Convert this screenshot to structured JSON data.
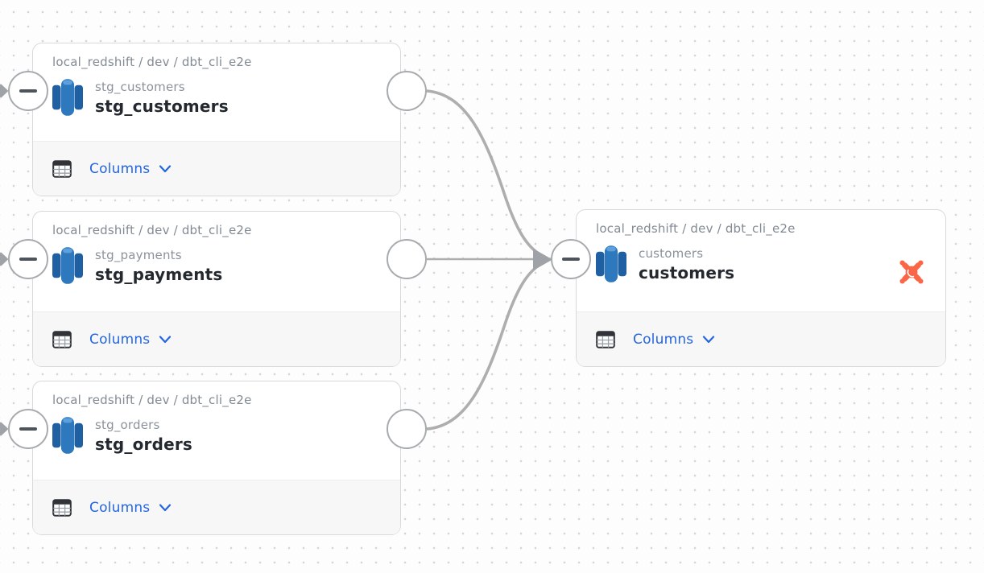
{
  "canvas": {
    "type": "lineage-graph",
    "background_dot_color": "#d3d5d8"
  },
  "nodes": [
    {
      "id": "stg_customers",
      "breadcrumb": "local_redshift / dev / dbt_cli_e2e",
      "subtitle": "stg_customers",
      "title": "stg_customers",
      "columns_label": "Columns",
      "source_icon": "redshift-icon",
      "collapse_control": "minus"
    },
    {
      "id": "stg_payments",
      "breadcrumb": "local_redshift / dev / dbt_cli_e2e",
      "subtitle": "stg_payments",
      "title": "stg_payments",
      "columns_label": "Columns",
      "source_icon": "redshift-icon",
      "collapse_control": "minus"
    },
    {
      "id": "stg_orders",
      "breadcrumb": "local_redshift / dev / dbt_cli_e2e",
      "subtitle": "stg_orders",
      "title": "stg_orders",
      "columns_label": "Columns",
      "source_icon": "redshift-icon",
      "collapse_control": "minus"
    },
    {
      "id": "customers",
      "breadcrumb": "local_redshift / dev / dbt_cli_e2e",
      "subtitle": "customers",
      "title": "customers",
      "columns_label": "Columns",
      "source_icon": "redshift-icon",
      "badge_icon": "dbt-icon",
      "collapse_control": "minus"
    }
  ],
  "edges": [
    {
      "from": "stg_customers",
      "to": "customers"
    },
    {
      "from": "stg_payments",
      "to": "customers"
    },
    {
      "from": "stg_orders",
      "to": "customers"
    }
  ],
  "icons": {
    "source": "redshift-icon",
    "transform_badge": "dbt-icon",
    "columns": "table-icon",
    "collapse": "minus-icon",
    "expander": "chevron-down-icon",
    "edge_end": "arrowhead-icon"
  },
  "colors": {
    "columns_link_blue": "#2365e1",
    "edge_gray": "#aeaeae",
    "arrow_gray": "#9fa3a8",
    "dbt_orange": "#fb6647",
    "redshift_dark_blue": "#1f60a2",
    "redshift_mid_blue": "#2e78be",
    "redshift_light_blue": "#5ea0dc",
    "minus_dark": "#4d545c",
    "port_border": "#a8abae",
    "card_border": "#d7d9dc",
    "footer_bg": "#f7f7f8",
    "title_text": "#24282f",
    "muted_text": "#828a93"
  }
}
